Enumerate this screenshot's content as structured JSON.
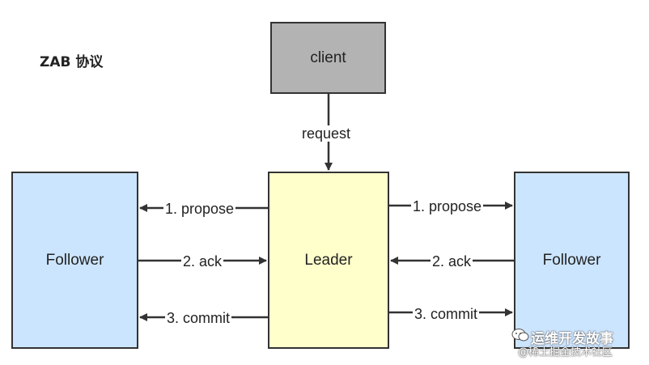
{
  "title": "ZAB 协议",
  "nodes": {
    "client": "client",
    "leader": "Leader",
    "follower_left": "Follower",
    "follower_right": "Follower"
  },
  "edges": {
    "request": "request",
    "left_propose": "1. propose",
    "left_ack": "2. ack",
    "left_commit": "3. commit",
    "right_propose": "1. propose",
    "right_ack": "2. ack",
    "right_commit": "3. commit"
  },
  "watermark": {
    "line1": "运维开发故事",
    "line2": "@稀土掘金技术社区",
    "icon": "wechat-icon"
  }
}
